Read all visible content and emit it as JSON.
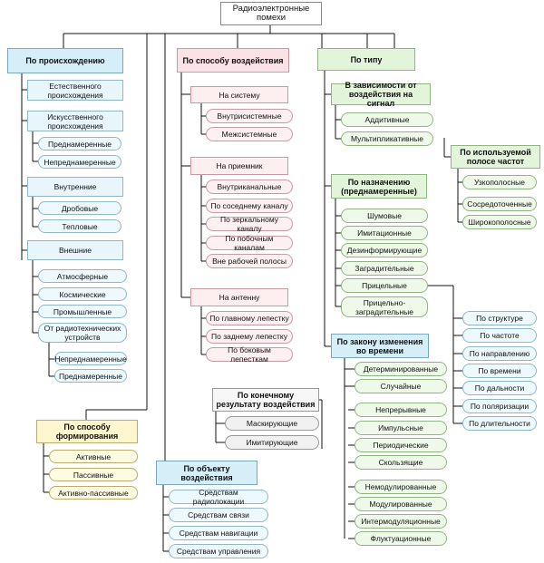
{
  "title": "Радиоэлектронные помехи",
  "origin": {
    "header": "По происхождению",
    "natural": "Естественного происхождения",
    "artificial": "Искусственного происхождения",
    "artificial_items": [
      "Преднамеренные",
      "Непреднамеренные"
    ],
    "internal": "Внутренние",
    "internal_items": [
      "Дробовые",
      "Тепловые"
    ],
    "external": "Внешние",
    "external_items": [
      "Атмосферные",
      "Космические",
      "Промышленные",
      "От радиотехнических устройств"
    ],
    "radio_items": [
      "Непреднамеренные",
      "Преднамеренные"
    ]
  },
  "formation": {
    "header": "По способу формирования",
    "items": [
      "Активные",
      "Пассивные",
      "Активно-пассивные"
    ]
  },
  "method": {
    "header": "По способу воздействия",
    "system": "На систему",
    "system_items": [
      "Внутрисистемные",
      "Межсистемные"
    ],
    "receiver": "На приемник",
    "receiver_items": [
      "Внутриканальные",
      "По соседнему каналу",
      "По зеркальному каналу",
      "По побочным каналам",
      "Вне рабочей полосы"
    ],
    "antenna": "На антенну",
    "antenna_items": [
      "По главному лепестку",
      "По заднему лепестку",
      "По боковым лепесткам"
    ]
  },
  "result": {
    "header": "По конечному результату воздействия",
    "items": [
      "Маскирующие",
      "Имитирующие"
    ]
  },
  "target": {
    "header": "По объекту воздействия",
    "items": [
      "Средствам радиолокации",
      "Средствам связи",
      "Средствам навигации",
      "Средствам управления"
    ]
  },
  "type": {
    "header": "По типу",
    "signal": "В зависимости от воздействия на сигнал",
    "signal_items": [
      "Аддитивные",
      "Мультипликативные"
    ],
    "band": "По используемой полосе частот",
    "band_items": [
      "Узкополосные",
      "Сосредоточенные",
      "Широкополосные"
    ],
    "purpose": "По назначению (преднамеренные)",
    "purpose_items": [
      "Шумовые",
      "Имитационные",
      "Дезинформирующие",
      "Заградительные",
      "Прицельные",
      "Прицельно-заградительные"
    ],
    "aim_items": [
      "По структуре",
      "По частоте",
      "По направлению",
      "По времени",
      "По дальности",
      "По поляризации",
      "По длительности"
    ],
    "law": "По закону изменения во времени",
    "law_a": [
      "Детерминированные",
      "Случайные"
    ],
    "law_b": [
      "Непрерывные",
      "Импульсные",
      "Периодические",
      "Скользящие"
    ],
    "law_c": [
      "Немодулированные",
      "Модулированные",
      "Интермодуляционные",
      "Флуктуационные"
    ]
  }
}
